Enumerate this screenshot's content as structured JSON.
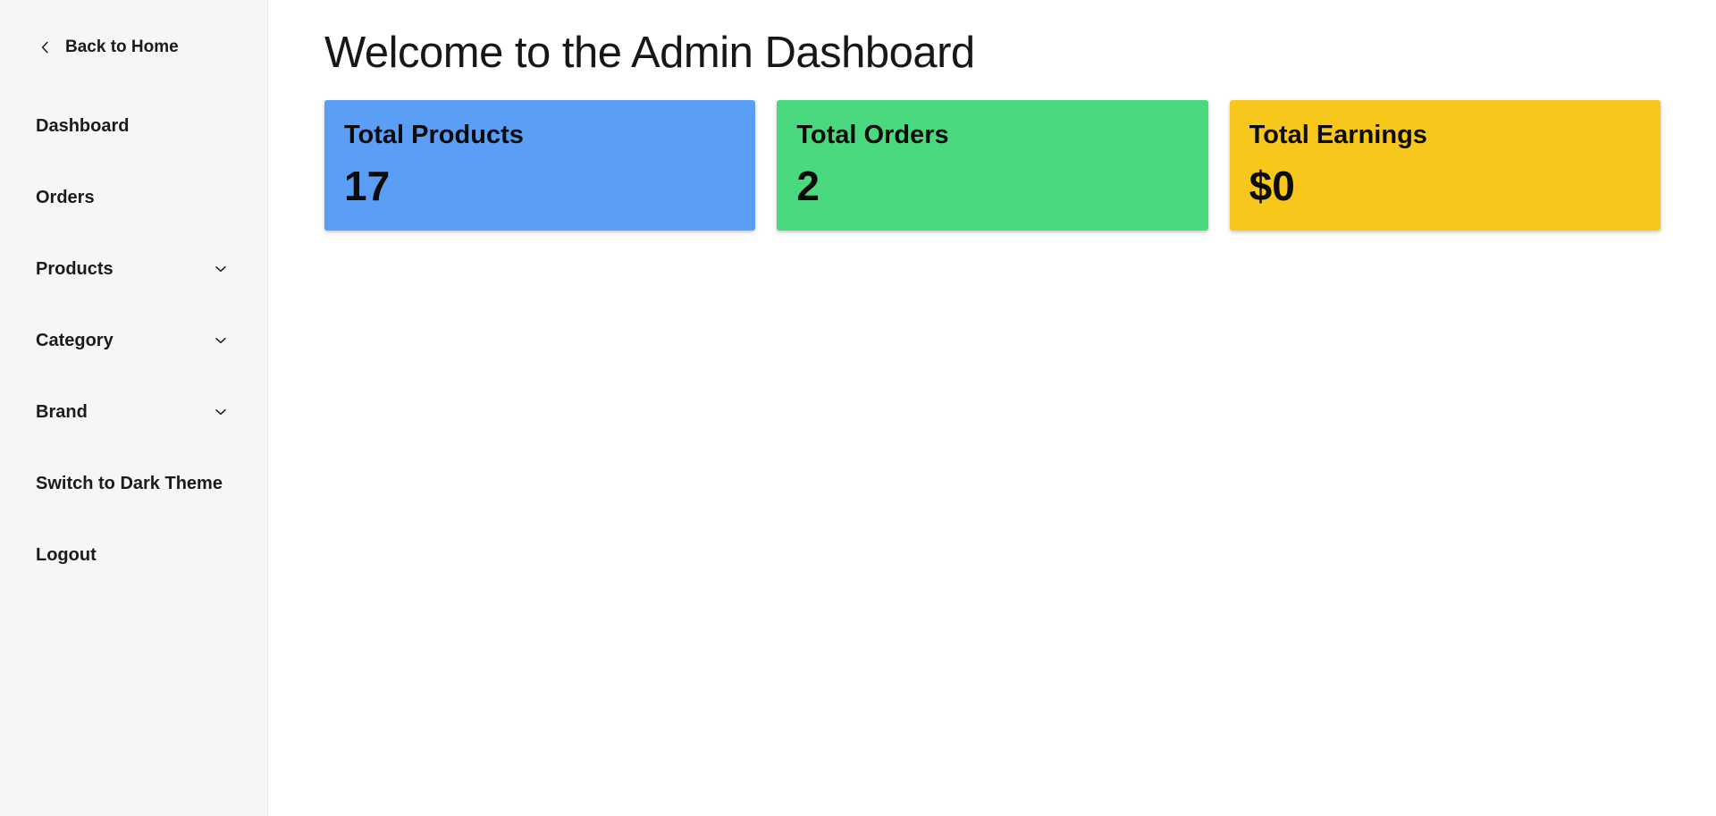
{
  "sidebar": {
    "back": {
      "label": "Back to Home",
      "icon": "chevron-left"
    },
    "items": [
      {
        "label": "Dashboard",
        "has_submenu": false
      },
      {
        "label": "Orders",
        "has_submenu": false
      },
      {
        "label": "Products",
        "has_submenu": true
      },
      {
        "label": "Category",
        "has_submenu": true
      },
      {
        "label": "Brand",
        "has_submenu": true
      },
      {
        "label": "Switch to Dark Theme",
        "has_submenu": false
      },
      {
        "label": "Logout",
        "has_submenu": false
      }
    ],
    "submenu_icon": "chevron-down"
  },
  "main": {
    "heading": "Welcome to the Admin Dashboard",
    "cards": [
      {
        "label": "Total Products",
        "value": "17",
        "bg": "#5b9ef5"
      },
      {
        "label": "Total Orders",
        "value": "2",
        "bg": "#4bd97f"
      },
      {
        "label": "Total Earnings",
        "value": "$0",
        "bg": "#f7c71b"
      }
    ]
  },
  "theme": {
    "sidebar_bg": "#f6f6f6",
    "sidebar_border": "#e8e8e8",
    "main_bg": "#ffffff",
    "text": "#1b1b1b",
    "icon_stroke": "#1b1b1b"
  }
}
